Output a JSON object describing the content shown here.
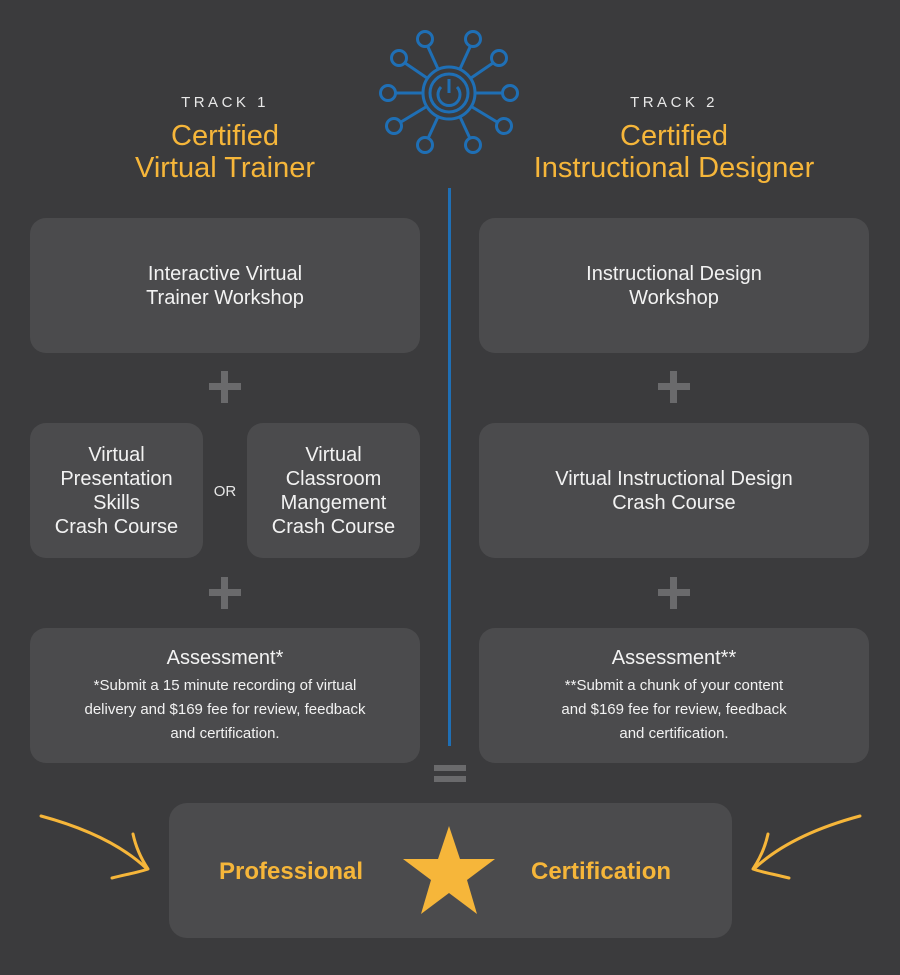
{
  "colors": {
    "background": "#3b3b3d",
    "card": "#4b4b4d",
    "accent_orange": "#f6b63a",
    "accent_blue": "#1f6fb5",
    "plus_gray": "#6a6a6c"
  },
  "header": {
    "icon": "network-power-icon"
  },
  "track1": {
    "label": "TRACK 1",
    "title_line1": "Certified",
    "title_line2": "Virtual Trainer",
    "workshop_line1": "Interactive Virtual",
    "workshop_line2": "Trainer Workshop",
    "option_a": [
      "Virtual",
      "Presentation",
      "Skills",
      "Crash Course"
    ],
    "or_label": "OR",
    "option_b": [
      "Virtual",
      "Classroom",
      "Mangement",
      "Crash Course"
    ],
    "assessment_title": "Assessment*",
    "assessment_lines": [
      "*Submit a 15 minute recording of virtual",
      "delivery and $169 fee for review, feedback",
      "and certification."
    ]
  },
  "track2": {
    "label": "TRACK 2",
    "title_line1": "Certified",
    "title_line2": "Instructional Designer",
    "workshop_line1": "Instructional Design",
    "workshop_line2": "Workshop",
    "crash_line1": "Virtual Instructional Design",
    "crash_line2": "Crash Course",
    "assessment_title": "Assessment**",
    "assessment_lines": [
      "**Submit a chunk of your content",
      "and $169 fee for review, feedback",
      "and certification."
    ]
  },
  "result": {
    "word_left": "Professional",
    "word_right": "Certification",
    "icon": "star-icon"
  }
}
